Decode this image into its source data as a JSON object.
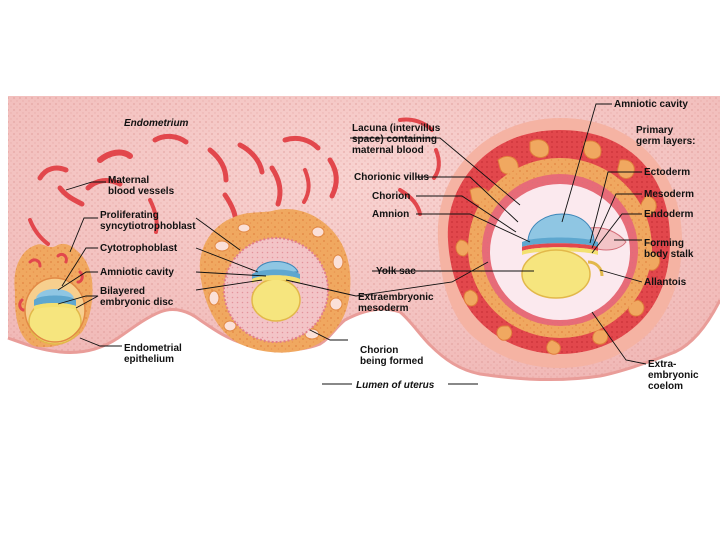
{
  "colors": {
    "background": "#ffffff",
    "endometrium": "#f4c4c2",
    "endometrium_dark": "#e8a8a6",
    "epithelium_edge": "#f1a9a6",
    "blood_vessel": "#e2474c",
    "blood_vessel_light": "#f07a7a",
    "syncytiotrophoblast": "#f0a860",
    "syncytiotrophoblast_light": "#f7cf8e",
    "cytotrophoblast": "#f3b77a",
    "mesoderm_pink": "#f3c4c7",
    "ectoderm_blue": "#5ea7cf",
    "endoderm_yellow": "#f3e070",
    "yolk_sac": "#f6e57e",
    "coelom": "#fbe9ee",
    "label_text": "#111111"
  },
  "labels": {
    "endometrium": "Endometrium",
    "maternal_blood_vessels": [
      "Maternal",
      "blood vessels"
    ],
    "proliferating_syncytiotrophoblast": [
      "Proliferating",
      "syncytiotrophoblast"
    ],
    "cytotrophoblast": "Cytotrophoblast",
    "amniotic_cavity_left": "Amniotic cavity",
    "bilayered_embryonic_disc": [
      "Bilayered",
      "embryonic disc"
    ],
    "endometrial_epithelium": [
      "Endometrial",
      "epithelium"
    ],
    "lacuna": [
      "Lacuna (intervillus",
      "space) containing",
      "maternal blood"
    ],
    "chorionic_villus": "Chorionic villus",
    "chorion": "Chorion",
    "amnion": "Amnion",
    "yolk_sac": "Yolk sac",
    "extraembryonic_mesoderm": [
      "Extraembryonic",
      "mesoderm"
    ],
    "chorion_being_formed": [
      "Chorion",
      "being formed"
    ],
    "lumen_of_uterus": "Lumen of uterus",
    "amniotic_cavity_right": "Amniotic cavity",
    "primary_germ_layers": [
      "Primary",
      "germ layers:"
    ],
    "ectoderm": "Ectoderm",
    "mesoderm": "Mesoderm",
    "endoderm": "Endoderm",
    "forming_body_stalk": [
      "Forming",
      "body stalk"
    ],
    "allantois": "Allantois",
    "extraembryonic_coelom": [
      "Extra-",
      "embryonic",
      "coelom"
    ]
  }
}
